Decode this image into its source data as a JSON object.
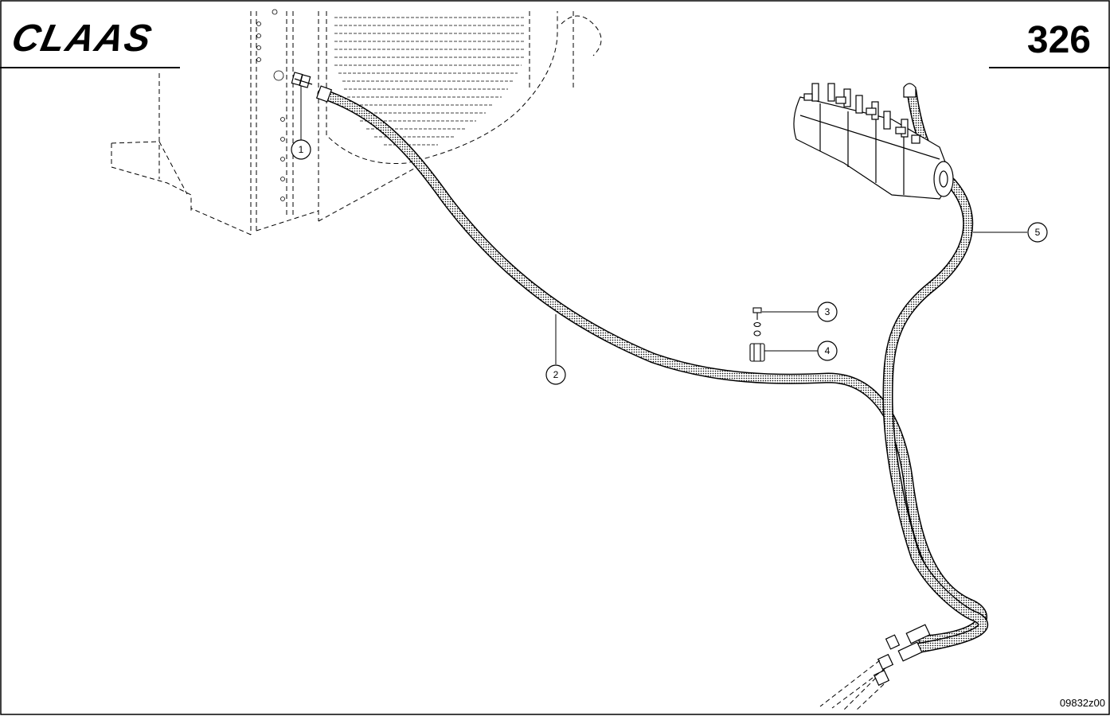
{
  "header": {
    "logo_text": "CLAAS",
    "page_number": "326"
  },
  "footer": {
    "drawing_id": "09832z00"
  },
  "callouts": [
    {
      "label": "1"
    },
    {
      "label": "2"
    },
    {
      "label": "3"
    },
    {
      "label": "4"
    },
    {
      "label": "5"
    }
  ],
  "colors": {
    "line": "#000000",
    "background": "#ffffff",
    "hose_fill": "#bdbdbd"
  },
  "icons": [
    "fitting-1-icon",
    "hose-2-icon",
    "bolt-3-icon",
    "clamp-4-icon",
    "hose-5-icon",
    "valve-block-icon",
    "radiator-icon"
  ]
}
